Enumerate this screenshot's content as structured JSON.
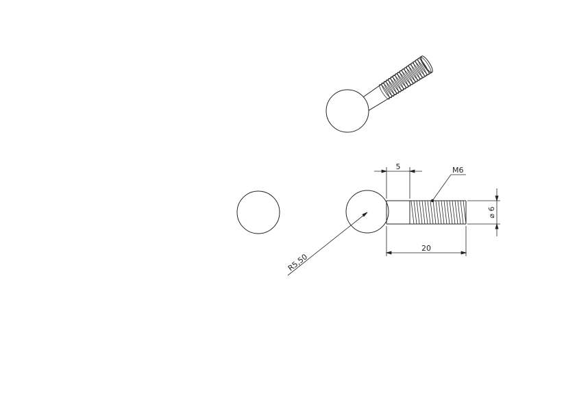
{
  "drawing": {
    "line_color": "#222222",
    "dimensions": {
      "head_length": "5",
      "thread_callout": "M6",
      "diameter": "⌀ 6",
      "total_length": "20",
      "radius": "R5,50"
    }
  }
}
